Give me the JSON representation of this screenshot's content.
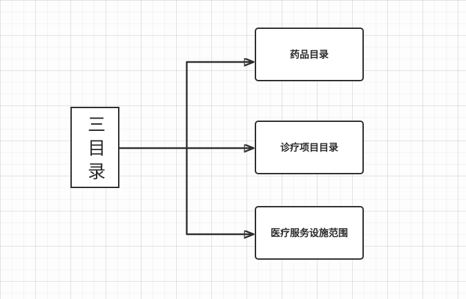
{
  "diagram": {
    "root": {
      "label": "三目录"
    },
    "children": [
      {
        "label": "药品目录"
      },
      {
        "label": "诊疗项目目录"
      },
      {
        "label": "医疗服务设施范围"
      }
    ],
    "connectors": [
      {
        "from": "三目录",
        "to": "药品目录"
      },
      {
        "from": "三目录",
        "to": "诊疗项目目录"
      },
      {
        "from": "三目录",
        "to": "医疗服务设施范围"
      }
    ],
    "colors": {
      "stroke": "#2d2d2d",
      "node_fill": "#ffffff",
      "text": "#2a2a2a",
      "background": "#fdfdfd",
      "grid_minor": "#f3f3f3",
      "grid_major": "#ebebeb"
    }
  }
}
